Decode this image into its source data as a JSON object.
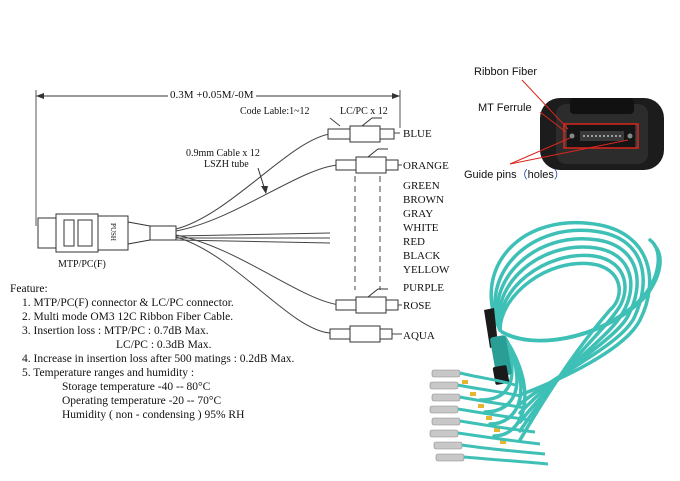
{
  "dimension": {
    "length_label": "0.3M +0.05M/-0M"
  },
  "labels": {
    "code_label": "Code Lable:1~12",
    "lcpc_label": "LC/PC x 12",
    "cable_line1": "0.9mm Cable x 12",
    "cable_line2": "LSZH tube",
    "connector": "MTP/PC(F)",
    "push": "PUSH"
  },
  "colors_list": [
    "BLUE",
    "ORANGE",
    "GREEN",
    "BROWN",
    "GRAY",
    "WHITE",
    "RED",
    "BLACK",
    "YELLOW",
    "PURPLE",
    "ROSE",
    "AQUA"
  ],
  "features": {
    "title": "Feature:",
    "lines": [
      "1.  MTP/PC(F) connector & LC/PC connector.",
      "2.  Multi mode OM3 12C Ribbon Fiber Cable.",
      "3.  Insertion  loss : MTP/PC : 0.7dB Max.",
      "LC/PC : 0.3dB Max.",
      "4.  Increase  in  insertion loss  after 500  matings : 0.2dB Max.",
      "5.  Temperature  ranges and  humidity :",
      "Storage temperature  -40 -- 80°C",
      "Operating  temperature  -20 -- 70°C",
      "Humidity ( non - condensing ) 95%  RH"
    ]
  },
  "photo_labels": {
    "ribbon_fiber": "Ribbon Fiber",
    "mt_ferrule": "MT Ferrule",
    "guide_pins": "Guide pins",
    "holes": "holes"
  },
  "palette": {
    "aqua": "#3fc0b6",
    "annotation_red": "#d9261c",
    "label_blue": "#1a3fb0"
  }
}
